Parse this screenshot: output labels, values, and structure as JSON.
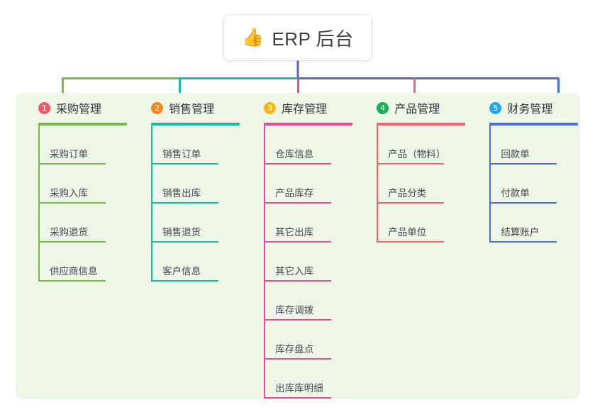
{
  "root": {
    "icon": "thumbs-up-icon",
    "emoji": "👍",
    "title": "ERP 后台"
  },
  "palette": {
    "panel_bg": "#edf6e7",
    "canvas_bg": "#ffffff",
    "bus_green": "#76bb43",
    "bus_teal": "#14bfa6",
    "bus_indigo": "#5b63c4",
    "text": "#3b3f46"
  },
  "columns": [
    {
      "index": "1",
      "title": "采购管理",
      "badge_color": "#f2596b",
      "line_color": "#76bb43",
      "items": [
        {
          "label": "采购订单"
        },
        {
          "label": "采购入库"
        },
        {
          "label": "采购退货"
        },
        {
          "label": "供应商信息"
        }
      ]
    },
    {
      "index": "2",
      "title": "销售管理",
      "badge_color": "#f6861f",
      "line_color": "#14bfa6",
      "items": [
        {
          "label": "销售订单"
        },
        {
          "label": "销售出库"
        },
        {
          "label": "销售退货"
        },
        {
          "label": "客户信息"
        }
      ]
    },
    {
      "index": "3",
      "title": "库存管理",
      "badge_color": "#f5b916",
      "line_color": "#e14f9b",
      "items": [
        {
          "label": "仓库信息"
        },
        {
          "label": "产品库存"
        },
        {
          "label": "其它出库"
        },
        {
          "label": "其它入库"
        },
        {
          "label": "库存调拨"
        },
        {
          "label": "库存盘点"
        },
        {
          "label": "出库库明细"
        }
      ]
    },
    {
      "index": "4",
      "title": "产品管理",
      "badge_color": "#1aaf54",
      "line_color": "#f4666a",
      "items": [
        {
          "label": "产品（物料）"
        },
        {
          "label": "产品分类"
        },
        {
          "label": "产品单位"
        }
      ]
    },
    {
      "index": "5",
      "title": "财务管理",
      "badge_color": "#26a6e8",
      "line_color": "#4a6fd4",
      "items": [
        {
          "label": "回款单"
        },
        {
          "label": "付款单"
        },
        {
          "label": "结算账户"
        }
      ]
    }
  ]
}
